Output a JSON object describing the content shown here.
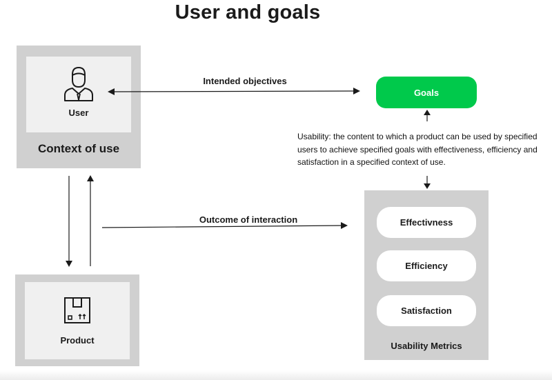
{
  "title": "User and goals",
  "context_panel": {
    "user_label": "User",
    "title": "Context of use",
    "icon": "user-icon"
  },
  "product_panel": {
    "label": "Product",
    "icon": "package-box-icon"
  },
  "goals": {
    "label": "Goals",
    "color": "#00c94b"
  },
  "usability_text": "Usability: the content to which a product can be used by specified users to achieve specified goals with effectiveness, efficiency and satisfaction in a specified context of use.",
  "metrics_panel": {
    "title": "Usability Metrics",
    "items": [
      "Effectivness",
      "Efficiency",
      "Satisfaction"
    ]
  },
  "arrows": {
    "intended": "Intended objectives",
    "outcome": "Outcome of interaction"
  }
}
